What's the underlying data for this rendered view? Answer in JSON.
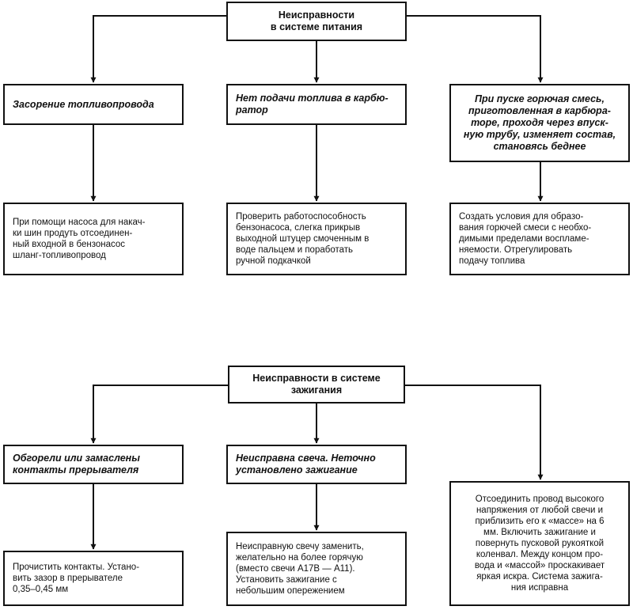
{
  "fuel": {
    "header": "Неисправности\nв системе питания",
    "causes": [
      "Засорение топливопровода",
      "Нет подачи топлива в карбю-\nратор",
      "При пуске горючая смесь,\nприготовленная в карбюра-\nторе, проходя через впуск-\nную трубу, изменяет состав,\nстановясь беднее"
    ],
    "fixes": [
      "При помощи насоса для накач-\nки шин продуть отсоединен-\nный входной в бензонасос\nшланг-топливопровод",
      "Проверить работоспособность\nбензонасоса, слегка прикрыв\nвыходной штуцер смоченным в\nводе пальцем и поработать\nручной подкачкой",
      "Создать условия для образо-\nвания горючей смеси с необхо-\nдимыми пределами воспламе-\nняемости. Отрегулировать\nподачу топлива"
    ]
  },
  "ignition": {
    "header": "Неисправности в системе\nзажигания",
    "causes": [
      "Обгорели или замаслены\nконтакты прерывателя",
      "Неисправна свеча. Неточно\nустановлено зажигание"
    ],
    "fixes": [
      "Прочистить контакты. Устано-\nвить зазор в прерывателе\n0,35–0,45 мм",
      "Неисправную свечу заменить,\nжелательно на более горячую\n(вместо свечи А17В — А11).\nУстановить зажигание с\nнебольшим опережением",
      "Отсоединить провод высокого\nнапряжения от любой свечи и\nприблизить его к «массе» на 6\nмм. Включить зажигание и\nповернуть пусковой рукояткой\nколенвал. Между концом про-\nвода и «массой» проскакивает\nяркая искра. Система зажига-\nния исправна"
    ]
  }
}
